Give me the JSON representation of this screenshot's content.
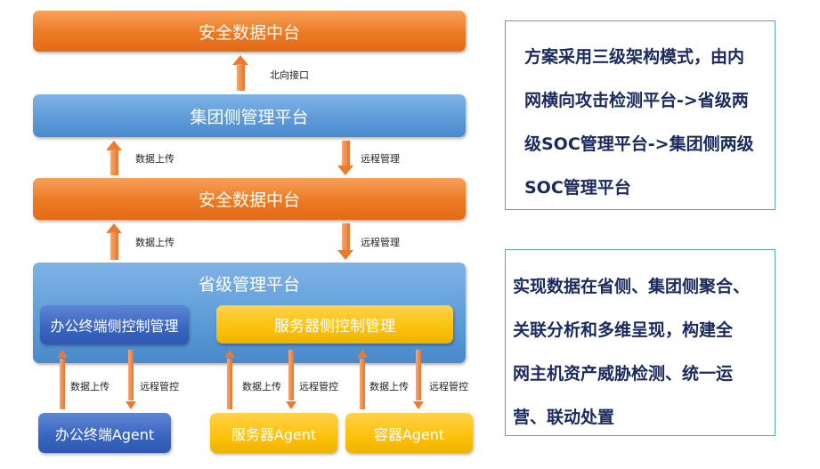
{
  "diagram": {
    "top_platform": "安全数据中台",
    "north_interface": "北向接口",
    "group_platform": "集团侧管理平台",
    "upload_label": "数据上传",
    "remote_manage_label": "远程管理",
    "middle_platform": "安全数据中台",
    "provincial_platform": "省级管理平台",
    "office_control": "办公终端侧控制管理",
    "server_control": "服务器侧控制管理",
    "remote_control_label": "远程管控",
    "office_agent": "办公终端Agent",
    "server_agent": "服务器Agent",
    "container_agent": "容器Agent"
  },
  "notes": {
    "box1_lines": [
      "方案采用三级架构模式，由内",
      "网横向攻击检测平台->省级两",
      "级SOC管理平台->集团侧两级",
      "SOC管理平台"
    ],
    "box2_lines": [
      "实现数据在省侧、集团侧聚合、",
      "关联分析和多维呈现，构建全",
      "网主机资产威胁检测、统一运",
      "营、联动处置"
    ]
  },
  "colors": {
    "orange": "#ec7a24",
    "blue": "#5b9bd8",
    "dark_blue": "#3864c0",
    "yellow": "#fcc20a",
    "text_navy": "#1b2a5e"
  }
}
